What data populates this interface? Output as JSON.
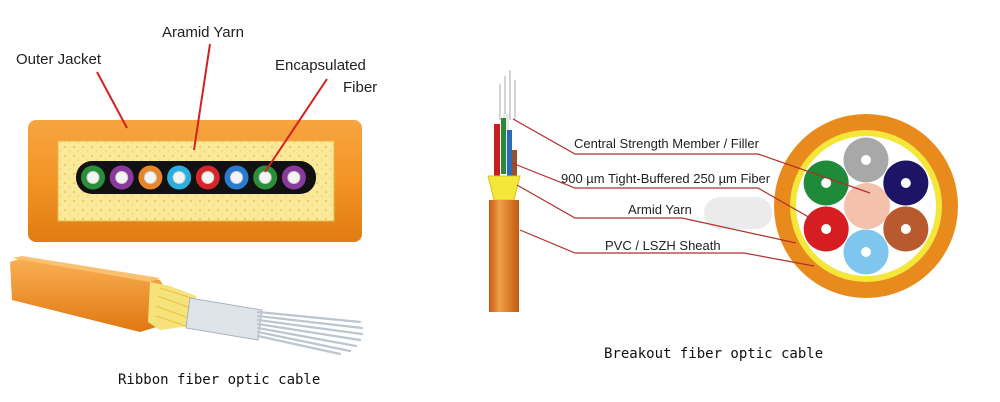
{
  "ribbon": {
    "labels": {
      "outer_jacket": "Outer Jacket",
      "aramid_yarn": "Aramid Yarn",
      "encapsulated_1": "Encapsulated",
      "encapsulated_2": "Fiber"
    },
    "caption": "Ribbon fiber optic cable",
    "fiber_colors": [
      "#2a8f3a",
      "#8a3a9a",
      "#e8872a",
      "#2ab0e0",
      "#d6262a",
      "#2a7ad0",
      "#2a8f3a",
      "#8a3a9a"
    ],
    "leader_color": "#d42020"
  },
  "breakout": {
    "labels": {
      "strength_member": "Central Strength Member / Filler",
      "tight_buffered": "900 µm Tight-Buffered 250 µm Fiber",
      "armid_yarn": "Armid Yarn",
      "sheath": "PVC / LSZH Sheath"
    },
    "caption": "Breakout fiber optic cable",
    "unit_colors": [
      "#a8a8a8",
      "#1e1466",
      "#b85a2e",
      "#7ec6ee",
      "#d61e22",
      "#1e8a3a"
    ],
    "center_color": "#f4c2ac",
    "jacket_color": "#e98a1c",
    "yarn_color": "#f5e63a",
    "leader_color": "#b0302a"
  }
}
